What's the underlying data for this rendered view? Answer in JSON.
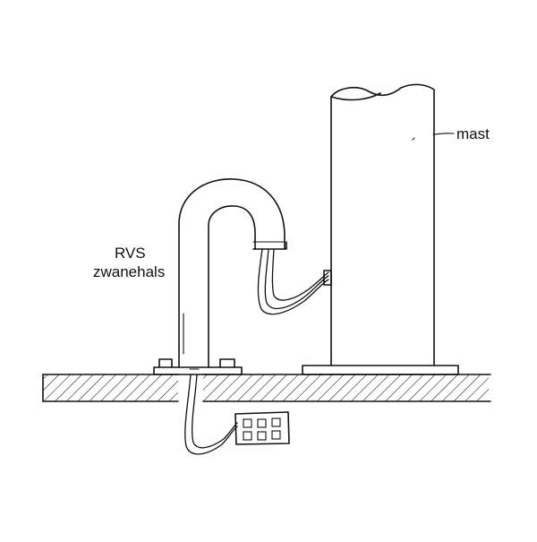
{
  "labels": {
    "mast": "mast",
    "rvs_line1": "RVS",
    "rvs_line2": "zwanehals"
  },
  "colors": {
    "ink": "#111111",
    "background": "#ffffff"
  }
}
